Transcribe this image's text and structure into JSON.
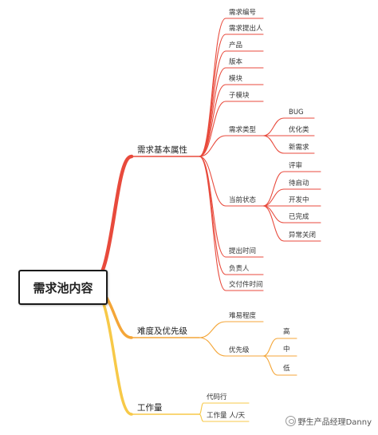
{
  "root": {
    "label": "需求池内容"
  },
  "branches": [
    {
      "label": "需求基本属性",
      "children": [
        {
          "label": "需求编号"
        },
        {
          "label": "需求提出人"
        },
        {
          "label": "产品"
        },
        {
          "label": "版本"
        },
        {
          "label": "模块"
        },
        {
          "label": "子模块"
        },
        {
          "label": "需求类型",
          "children": [
            {
              "label": "BUG"
            },
            {
              "label": "优化类"
            },
            {
              "label": "新需求"
            }
          ]
        },
        {
          "label": "当前状态",
          "children": [
            {
              "label": "评审"
            },
            {
              "label": "待启动"
            },
            {
              "label": "开发中"
            },
            {
              "label": "已完成"
            },
            {
              "label": "异常关闭"
            }
          ]
        },
        {
          "label": "提出时间"
        },
        {
          "label": "负责人"
        },
        {
          "label": "交付件时间"
        }
      ]
    },
    {
      "label": "难度及优先级",
      "children": [
        {
          "label": "难易程度"
        },
        {
          "label": "优先级",
          "children": [
            {
              "label": "高"
            },
            {
              "label": "中"
            },
            {
              "label": "低"
            }
          ]
        }
      ]
    },
    {
      "label": "工作量",
      "children": [
        {
          "label": "代码行"
        },
        {
          "label": "工作量 人/天"
        }
      ]
    }
  ],
  "watermark": {
    "text": "野生产品经理Danny",
    "icon": "wechat-icon"
  },
  "colors": {
    "red": "#e84a3c",
    "orange": "#f4a638",
    "yellow": "#f7c948",
    "text": "#333333"
  }
}
